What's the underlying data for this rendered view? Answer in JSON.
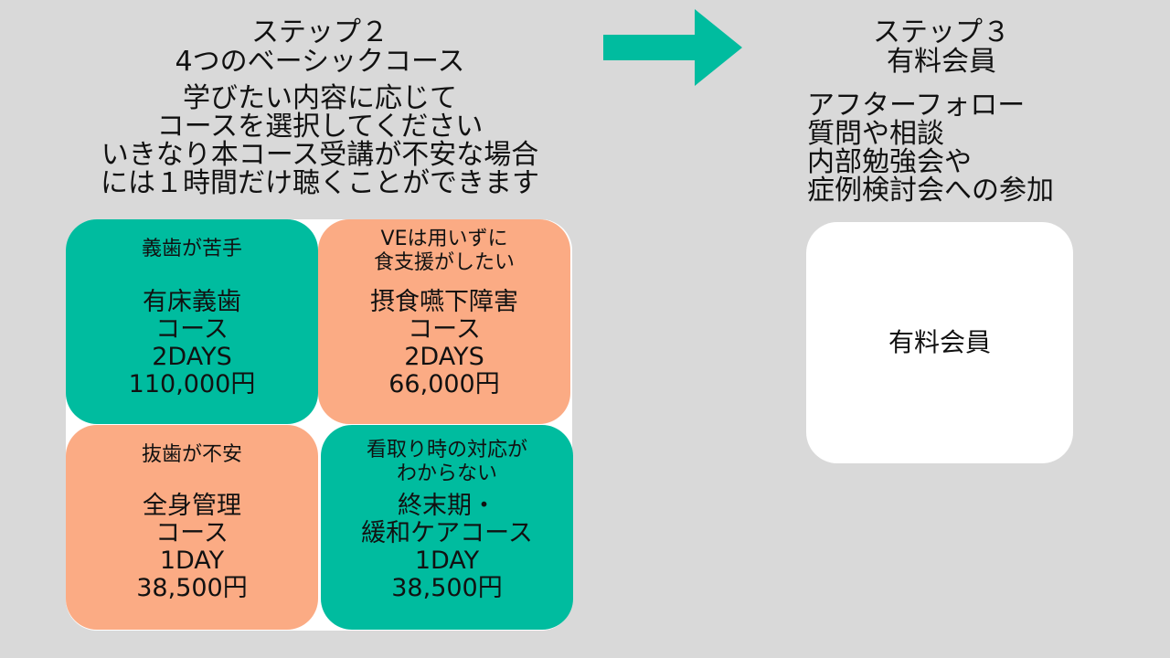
{
  "colors": {
    "background": "#d9d9d9",
    "teal": "#00bc9f",
    "salmon": "#fbab84",
    "white": "#ffffff"
  },
  "step2": {
    "title_lines": [
      "ステップ２",
      "4つのベーシックコース"
    ],
    "description_lines": [
      "学びたい内容に応じて",
      "コースを選択してください",
      "いきなり本コース受講が不安な場合",
      "には１時間だけ聴くことができます"
    ]
  },
  "arrow": {
    "icon": "right-arrow-icon",
    "color": "#00bc9f"
  },
  "step3": {
    "title_lines": [
      "ステップ３",
      "有料会員"
    ],
    "benefits": [
      "アフターフォロー",
      "質問や相談",
      "内部勉強会や",
      "症例検討会への参加"
    ],
    "card_label": "有料会員"
  },
  "courses": [
    {
      "concern_lines": [
        "義歯が苦手"
      ],
      "name_lines": [
        "有床義歯",
        "コース"
      ],
      "duration": "2DAYS",
      "price": "110,000円",
      "color": "#00bc9f"
    },
    {
      "concern_lines": [
        "VEは用いずに",
        "食支援がしたい"
      ],
      "name_lines": [
        "摂食嚥下障害",
        "コース"
      ],
      "duration": "2DAYS",
      "price": "66,000円",
      "color": "#fbab84"
    },
    {
      "concern_lines": [
        "抜歯が不安"
      ],
      "name_lines": [
        "全身管理",
        "コース"
      ],
      "duration": "1DAY",
      "price": "38,500円",
      "color": "#fbab84"
    },
    {
      "concern_lines": [
        "看取り時の対応が",
        "わからない"
      ],
      "name_lines": [
        "終末期・",
        "緩和ケアコース"
      ],
      "duration": "1DAY",
      "price": "38,500円",
      "color": "#00bc9f"
    }
  ]
}
